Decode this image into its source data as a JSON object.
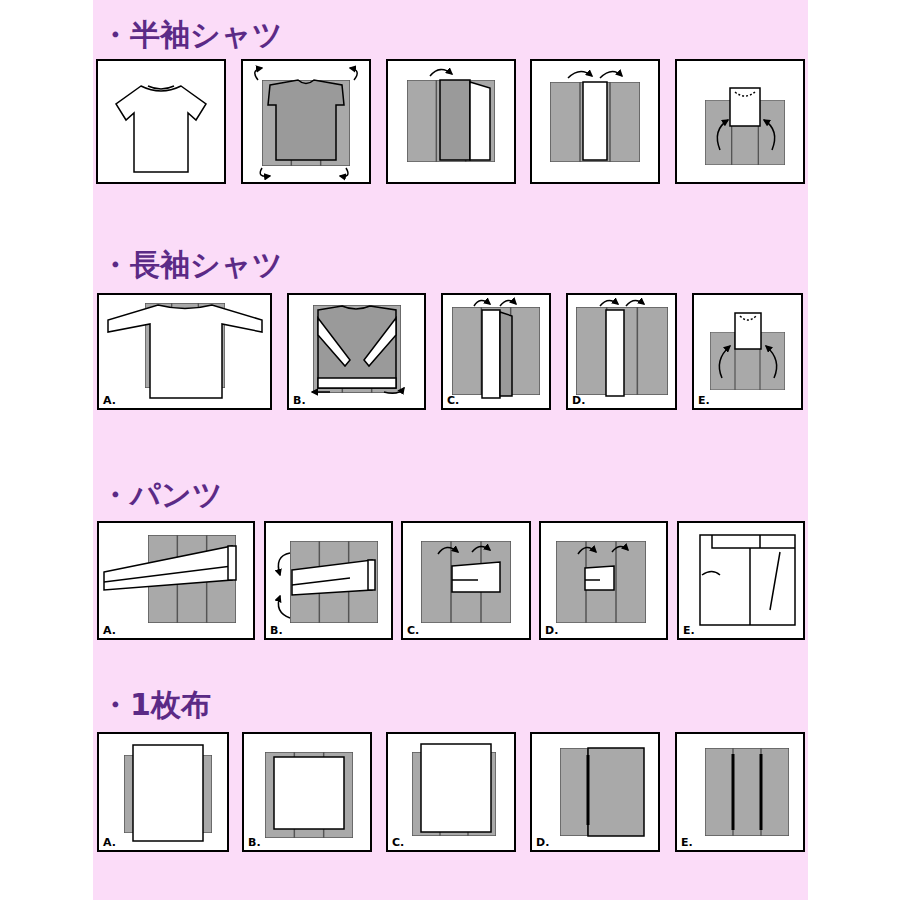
{
  "diagram": {
    "nodes": [
      {
        "text": [
          "A."
        ]
      },
      {
        "text": [
          "B."
        ]
      },
      {
        "text": [
          "C."
        ]
      },
      {
        "text": [
          "D."
        ]
      },
      {
        "text": [
          "E."
        ]
      },
      {
        "text": [
          "A."
        ]
      },
      {
        "text": [
          "B."
        ]
      },
      {
        "text": [
          "C."
        ]
      },
      {
        "text": [
          "D."
        ]
      },
      {
        "text": [
          "E."
        ]
      },
      {
        "text": [
          "A."
        ]
      },
      {
        "text": [
          "B."
        ]
      },
      {
        "text": [
          "C."
        ]
      },
      {
        "text": [
          "D."
        ]
      },
      {
        "text": [
          "E."
        ]
      }
    ],
    "labels": [
      "・半袖シャツ",
      "・長袖シャツ",
      "・パンツ",
      "・1枚布"
    ]
  }
}
